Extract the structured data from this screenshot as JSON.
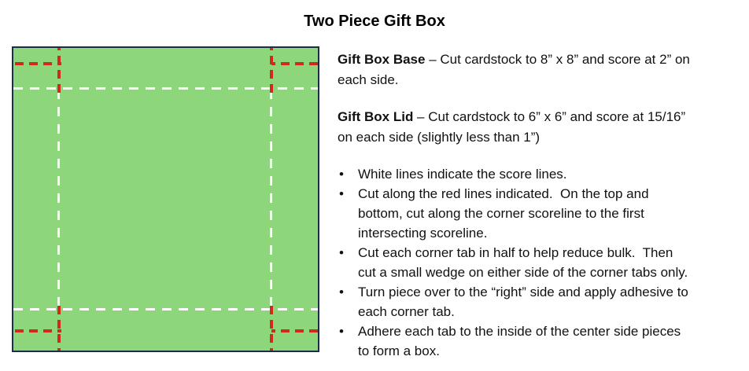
{
  "title": "Two Piece Gift Box",
  "colors": {
    "box-fill": "#8ed67c",
    "box-border": "#16323e",
    "score-line": "#ffffff",
    "cut-line": "#d2291b",
    "text": "#111111"
  },
  "instructions": {
    "paragraphs": [
      {
        "lead": "Gift Box Base",
        "rest": " – Cut cardstock to 8” x 8” and score at 2” on\neach side."
      },
      {
        "lead": "Gift Box Lid",
        "rest": " – Cut cardstock to 6” x 6” and score at 15/16”\non each side (slightly less than 1”)"
      }
    ],
    "bullet_char": "•",
    "bullets": [
      "White lines indicate the score lines.",
      "Cut along the red lines indicated.  On the top and\nbottom, cut along the corner scoreline to the first\nintersecting scoreline.",
      "Cut each corner tab in half to help reduce bulk.  Then\ncut a small wedge on either side of the corner tabs only.",
      "Turn piece over to the “right” side and apply adhesive to\neach corner tab.",
      "Adhere each tab to the inside of the center side pieces\nto form a box."
    ]
  }
}
